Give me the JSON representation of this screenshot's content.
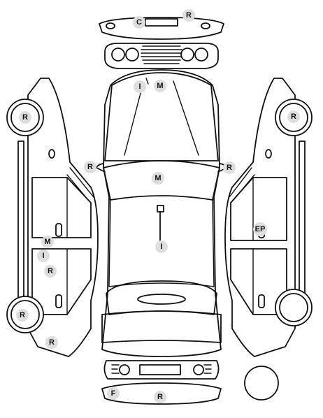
{
  "colors": {
    "line": "#111111",
    "marker_fill": "#dedede",
    "background": "#ffffff"
  },
  "markers": [
    {
      "id": "front-bumper-top-right",
      "label": "R"
    },
    {
      "id": "front-bumper-center",
      "label": "C"
    },
    {
      "id": "windshield-left",
      "label": "I"
    },
    {
      "id": "windshield-center",
      "label": "M"
    },
    {
      "id": "left-front-wheel",
      "label": "R"
    },
    {
      "id": "right-front-wheel",
      "label": "R"
    },
    {
      "id": "left-mirror",
      "label": "R"
    },
    {
      "id": "right-mirror",
      "label": "R"
    },
    {
      "id": "hood-center",
      "label": "M"
    },
    {
      "id": "roof-center",
      "label": "I"
    },
    {
      "id": "left-door-middle",
      "label": "M"
    },
    {
      "id": "left-door-lower",
      "label": "I"
    },
    {
      "id": "left-rear-door",
      "label": "R"
    },
    {
      "id": "right-door",
      "label": "EP"
    },
    {
      "id": "left-rear-wheel",
      "label": "R"
    },
    {
      "id": "left-rear-quarter",
      "label": "R"
    },
    {
      "id": "rear-bumper-left",
      "label": "F"
    },
    {
      "id": "rear-bumper-center",
      "label": "R"
    }
  ]
}
